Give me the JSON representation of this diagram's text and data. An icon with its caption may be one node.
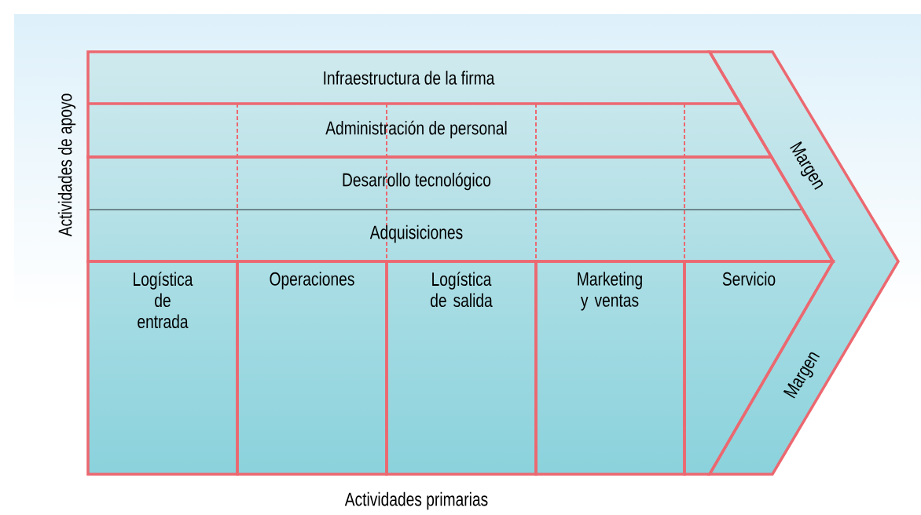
{
  "diagram": {
    "nodes": [
      {
        "text": [
          "Infraestructura de la firma"
        ]
      },
      {
        "text": [
          "Administración de personal"
        ]
      },
      {
        "text": [
          "Desarrollo tecnológico"
        ]
      },
      {
        "text": [
          "Adquisiciones"
        ]
      },
      {
        "text": [
          "Logística de entrada"
        ]
      },
      {
        "text": [
          "Operaciones"
        ]
      },
      {
        "text": [
          "Logística de salida"
        ]
      },
      {
        "text": [
          "Marketing y ventas"
        ]
      },
      {
        "text": [
          "Servicio"
        ]
      },
      {
        "text": [
          "Margen",
          "Margen"
        ]
      }
    ],
    "labels": [
      "Actividades de apoyo",
      "Actividades primarias"
    ]
  }
}
